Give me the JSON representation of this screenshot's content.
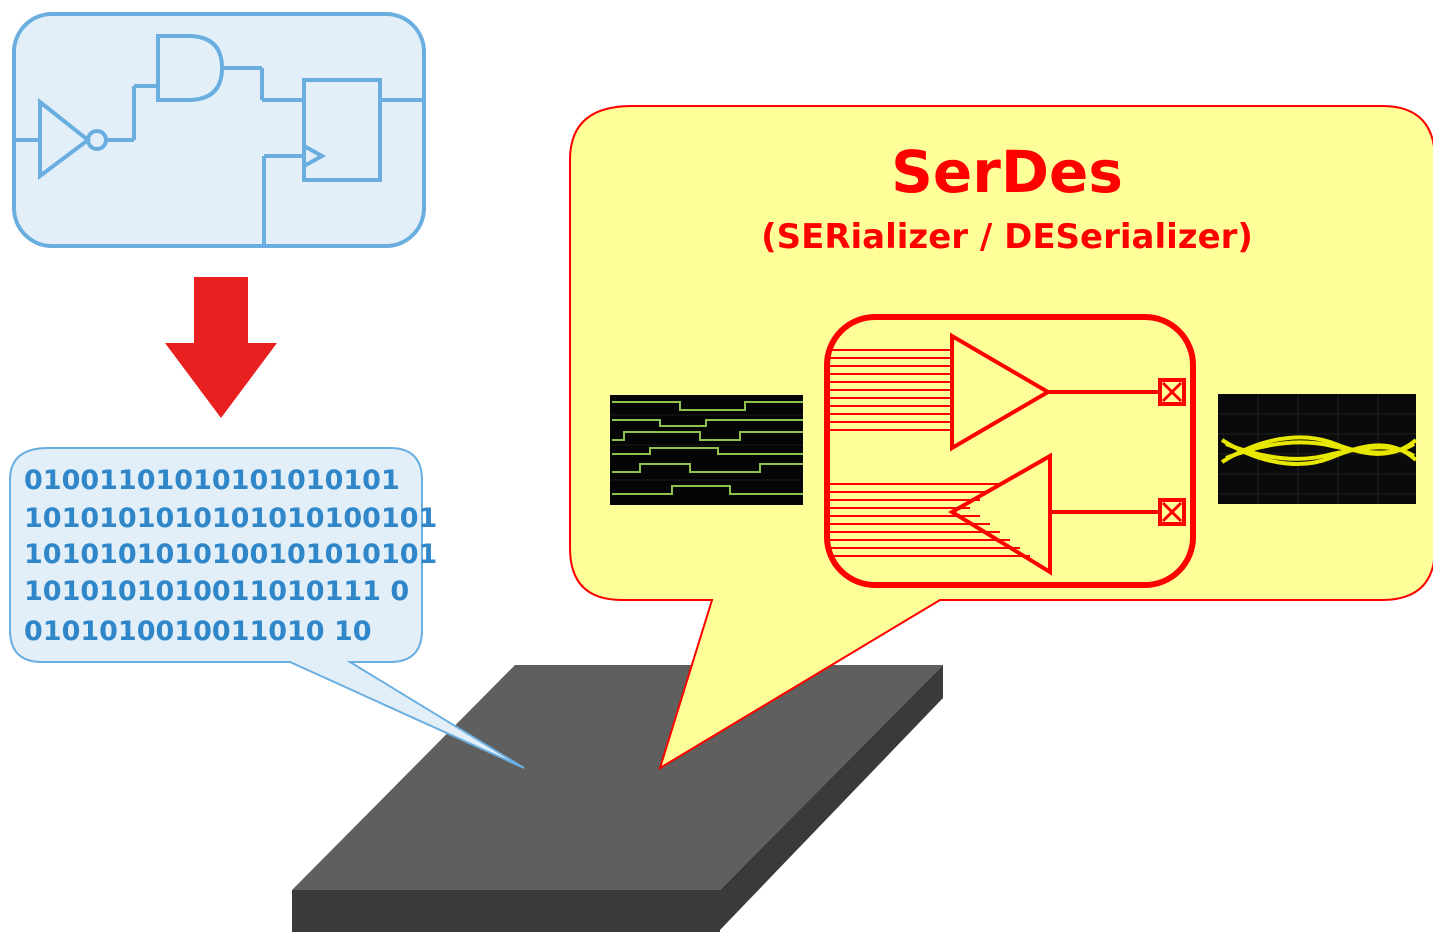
{
  "serdes": {
    "title": "SerDes",
    "subtitle": "(SERializer / DESerializer)"
  },
  "bitstream": {
    "lines": [
      "01001101010101010101",
      "1010101010101010100101",
      "1010101010100101010101",
      "1010101010011010111 0",
      "0101010010011010 10"
    ]
  },
  "colors": {
    "circuit_stroke": "#6aaee0",
    "circuit_fill": "#e2eff9",
    "arrow": "#e82020",
    "bits_text": "#2f86c8",
    "serdes_fill": "#ffff99",
    "serdes_stroke": "#ff0000",
    "chip_top": "#5f5f5f",
    "chip_side": "#3a3a3a"
  },
  "icons": {
    "logic_circuit": "logic-circuit-icon",
    "down_arrow": "down-arrow-icon",
    "chip": "chip-icon",
    "parallel_waveform": "parallel-waveform-icon",
    "eye_diagram": "eye-diagram-icon",
    "serializer_amplifier": "amplifier-icon"
  }
}
